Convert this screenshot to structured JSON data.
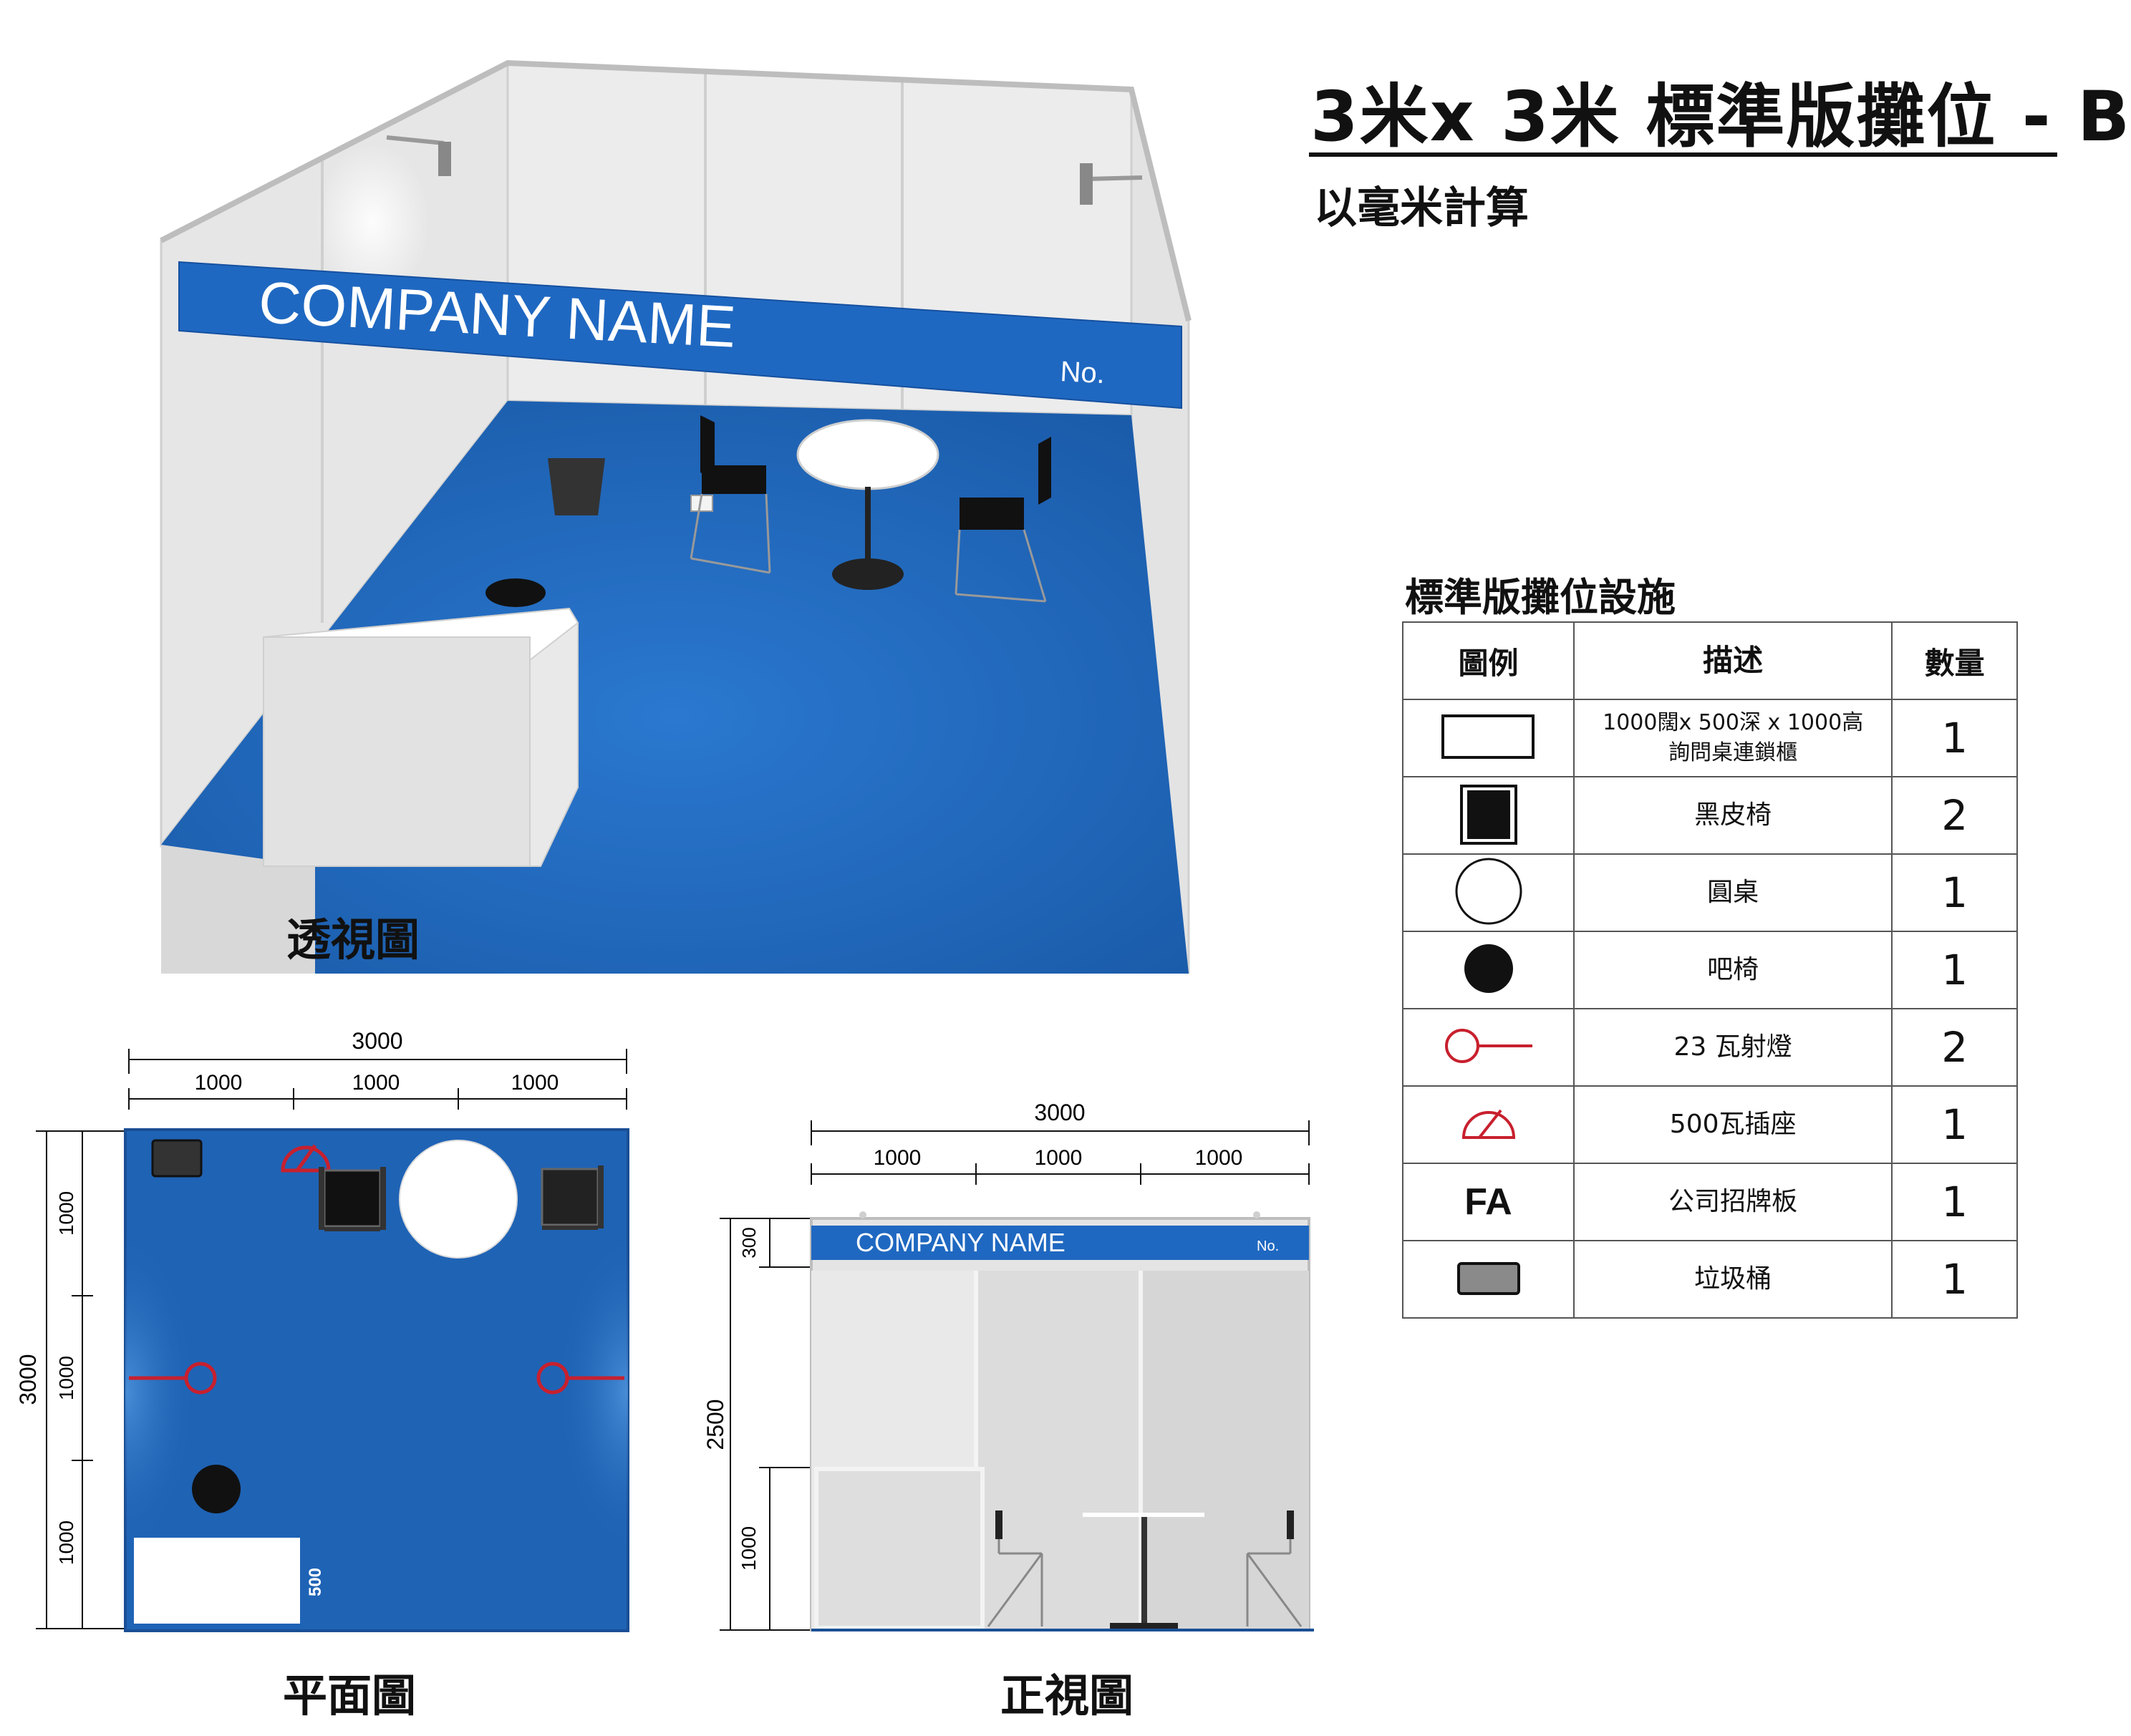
{
  "title": "3米x 3米 標準版攤位 - B",
  "subtitle": "以毫米計算",
  "perspective": {
    "caption": "透視圖",
    "company_name": "COMPANY NAME",
    "number_label": "No."
  },
  "plan": {
    "caption": "平面圖",
    "top_total": "3000",
    "top_segments": [
      "1000",
      "1000",
      "1000"
    ],
    "left_total": "3000",
    "left_segments": [
      "1000",
      "1000",
      "1000"
    ],
    "desk_depth": "500"
  },
  "front": {
    "caption": "正視圖",
    "top_total": "3000",
    "top_segments": [
      "1000",
      "1000",
      "1000"
    ],
    "fascia_height": "300",
    "wall_height": "2500",
    "desk_height": "1000",
    "company_name": "COMPANY NAME",
    "number_label": "No."
  },
  "facilities": {
    "heading": "標準版攤位設施",
    "columns": [
      "圖例",
      "描述",
      "數量"
    ],
    "rows": [
      {
        "legend": "info-desk-icon",
        "desc_line1": "1000闊x 500深 x 1000高",
        "desc_line2": "詢問桌連鎖櫃",
        "qty": "1"
      },
      {
        "legend": "black-chair-icon",
        "desc_line1": "黑皮椅",
        "desc_line2": "",
        "qty": "2"
      },
      {
        "legend": "round-table-icon",
        "desc_line1": "圓桌",
        "desc_line2": "",
        "qty": "1"
      },
      {
        "legend": "bar-stool-icon",
        "desc_line1": "吧椅",
        "desc_line2": "",
        "qty": "1"
      },
      {
        "legend": "spotlight-icon",
        "desc_line1": "23 瓦射燈",
        "desc_line2": "",
        "qty": "2"
      },
      {
        "legend": "power-socket-icon",
        "desc_line1": "500瓦插座",
        "desc_line2": "",
        "qty": "1"
      },
      {
        "legend": "FA",
        "desc_line1": "公司招牌板",
        "desc_line2": "",
        "qty": "1"
      },
      {
        "legend": "trash-bin-icon",
        "desc_line1": "垃圾桶",
        "desc_line2": "",
        "qty": "1"
      }
    ]
  },
  "colors": {
    "carpet": "#1f63b5",
    "fascia": "#1f68c1",
    "lamp_red": "#c8202e",
    "panel": "#e9e9e9"
  }
}
